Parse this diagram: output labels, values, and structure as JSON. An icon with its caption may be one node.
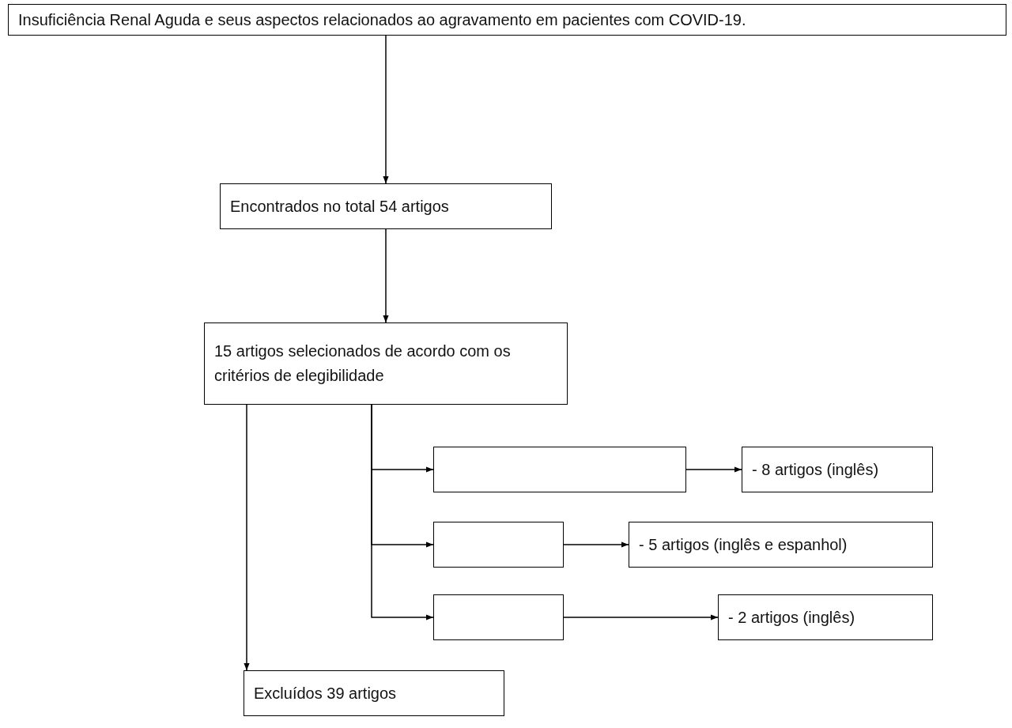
{
  "diagram": {
    "nodes": [
      {
        "text": [
          "Insuficiência Renal Aguda e seus aspectos relacionados ao agravamento em pacientes com COVID-19."
        ]
      },
      {
        "text": [
          "Encontrados no total 54 artigos"
        ]
      },
      {
        "text": [
          "15 artigos selecionados de acordo com os critérios de elegibilidade"
        ]
      },
      {
        "text": [],
        "shape": "box"
      },
      {
        "text": [
          "- 8 artigos (inglês)"
        ]
      },
      {
        "text": [],
        "shape": "box"
      },
      {
        "text": [
          "- 5 artigos (inglês e espanhol)"
        ]
      },
      {
        "text": [],
        "shape": "box"
      },
      {
        "text": [
          "- 2 artigos (inglês)"
        ]
      },
      {
        "text": [
          "Excluídos 39 artigos"
        ]
      }
    ],
    "edges": [
      {
        "from": 0,
        "to": 1,
        "arrow": "to"
      },
      {
        "from": 1,
        "to": 2,
        "arrow": "to"
      },
      {
        "from": 2,
        "to": 9,
        "arrow": "to"
      },
      {
        "from": 2,
        "to": 3,
        "arrow": "to"
      },
      {
        "from": 2,
        "to": 5,
        "arrow": "to"
      },
      {
        "from": 2,
        "to": 7,
        "arrow": "to"
      },
      {
        "from": 3,
        "to": 4,
        "arrow": "to"
      },
      {
        "from": 5,
        "to": 6,
        "arrow": "to"
      },
      {
        "from": 7,
        "to": 8,
        "arrow": "to"
      }
    ]
  }
}
